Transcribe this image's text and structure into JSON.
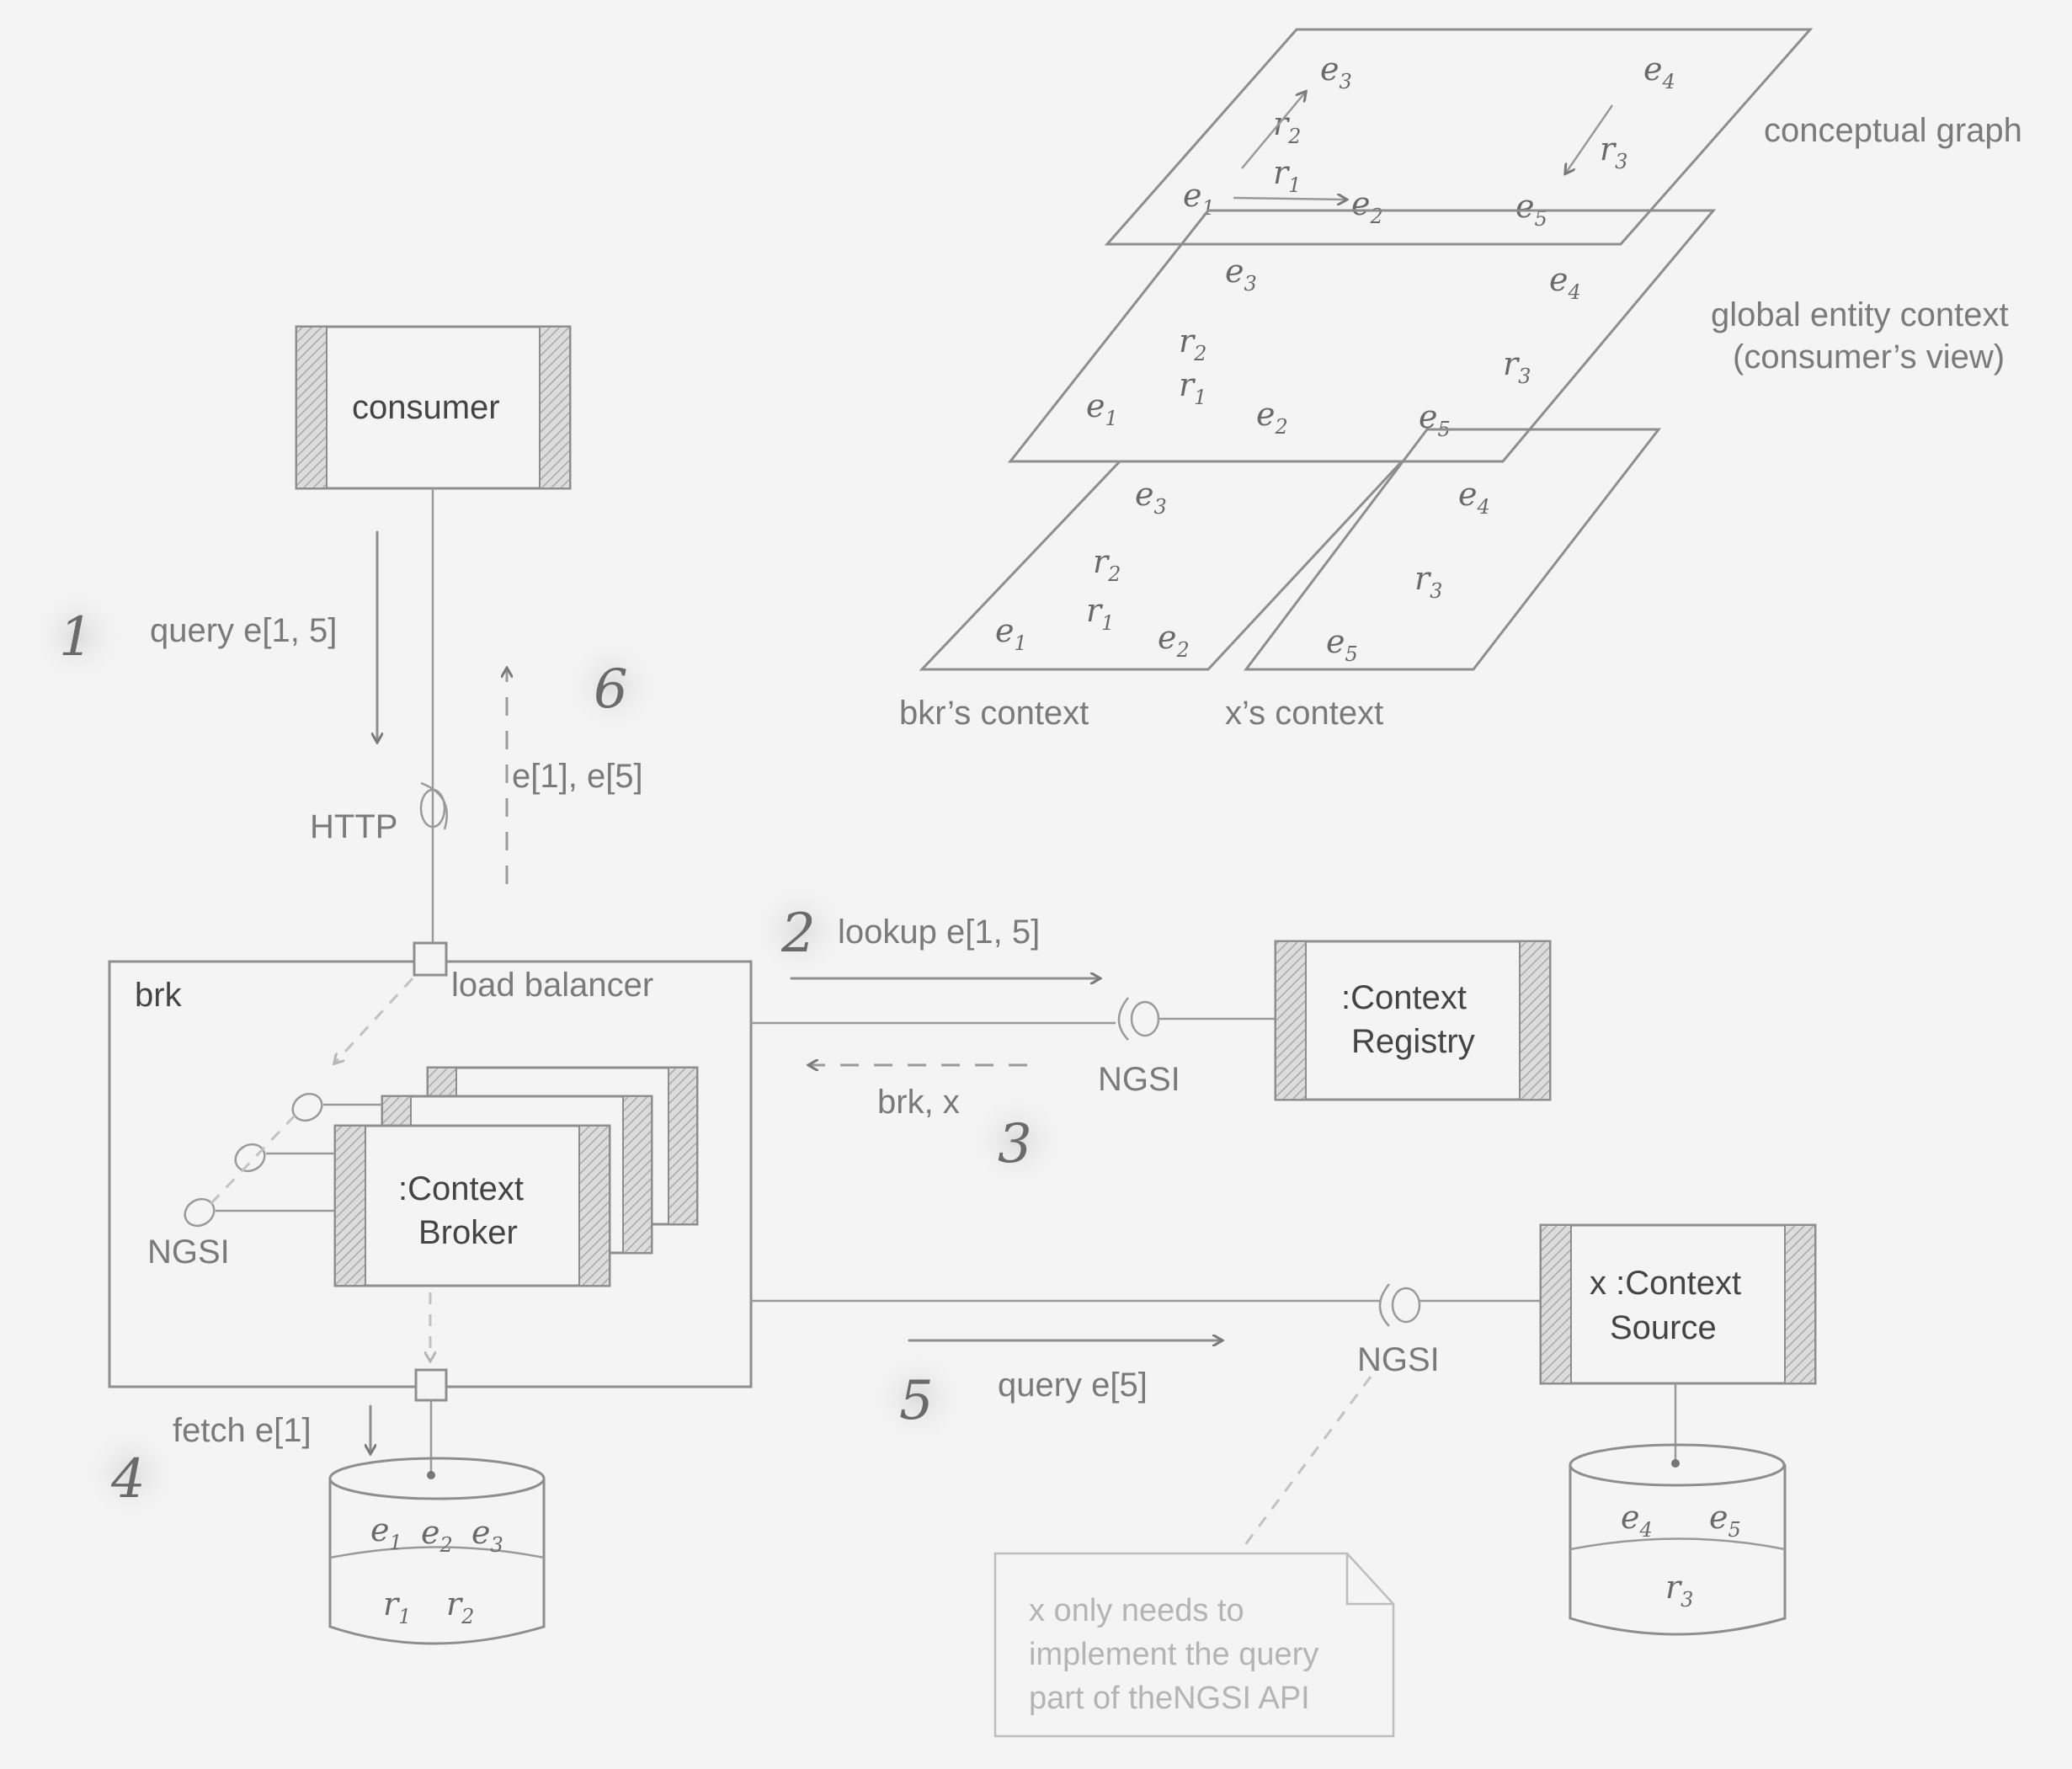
{
  "boxes": {
    "consumer": "consumer",
    "brk": "brk",
    "load_balancer": "load balancer",
    "broker_line1": ":Context",
    "broker_line2": "Broker",
    "registry_line1": ":Context",
    "registry_line2": "Registry",
    "source_line1": "x :Context",
    "source_line2": "Source"
  },
  "interfaces": {
    "http": "HTTP",
    "ngsi_brk": "NGSI",
    "ngsi_registry": "NGSI",
    "ngsi_source": "NGSI"
  },
  "steps": {
    "s1_num": "1",
    "s1_label": "query e[1, 5]",
    "s2_num": "2",
    "s2_label": "lookup e[1, 5]",
    "s3_num": "3",
    "s3_label": "brk, x",
    "s4_num": "4",
    "s4_label": "fetch e[1]",
    "s5_num": "5",
    "s5_label": "query e[5]",
    "s6_num": "6",
    "s6_label": "e[1], e[5]"
  },
  "planes": {
    "conceptual": "conceptual graph",
    "global_line1": "global entity context",
    "global_line2": "(consumer’s view)",
    "bkr": "bkr’s context",
    "x": "x’s context"
  },
  "note": {
    "line1": "x only needs to",
    "line2": "implement the query",
    "line3": "part of theNGSI API"
  }
}
